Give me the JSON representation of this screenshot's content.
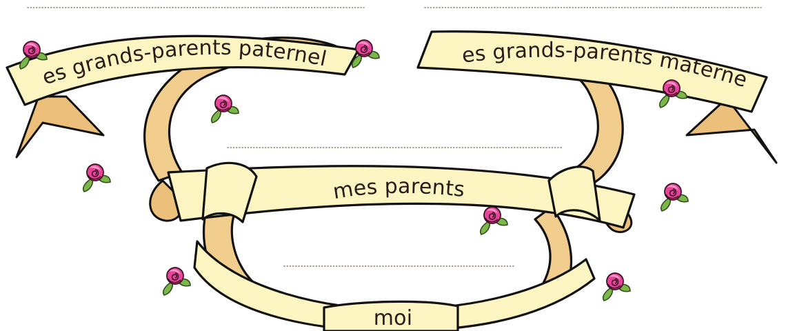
{
  "banners": {
    "paternal": "mes grands-parents paternels",
    "maternal": "mes grands-parents maternels",
    "parents": "mes parents",
    "me": "moi"
  },
  "colors": {
    "ribbon_front": "#fdf6c2",
    "ribbon_back": "#f1cd8e",
    "outline": "#111111",
    "rose": "#e8439a",
    "leaf": "#7ab648"
  }
}
